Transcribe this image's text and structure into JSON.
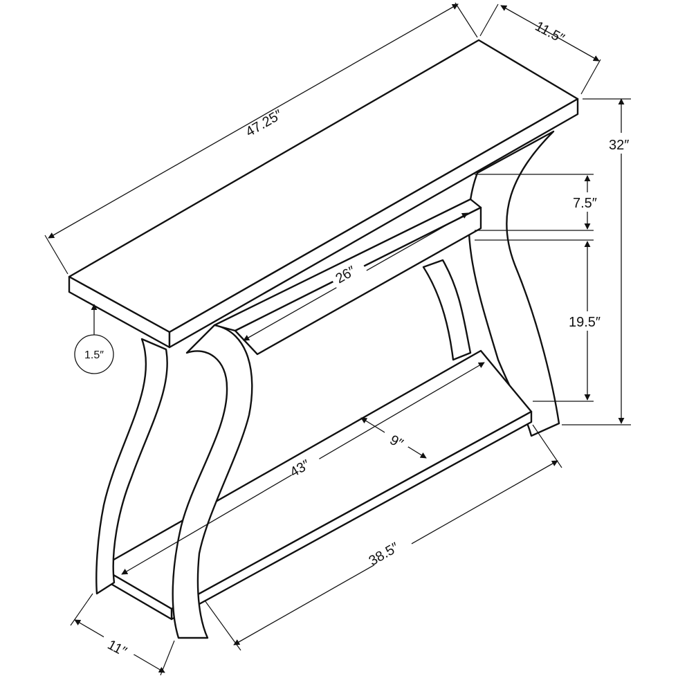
{
  "dimensions": {
    "top_width": "47.25″",
    "top_depth": "11.5″",
    "height": "32″",
    "upper_clearance": "7.5″",
    "shelf_to_top": "19.5″",
    "upper_shelf_width": "26″",
    "top_thickness": "1.5″",
    "lower_shelf_depth": "9″",
    "lower_shelf_width": "43″",
    "base_width": "38.5″",
    "base_depth": "11″"
  }
}
